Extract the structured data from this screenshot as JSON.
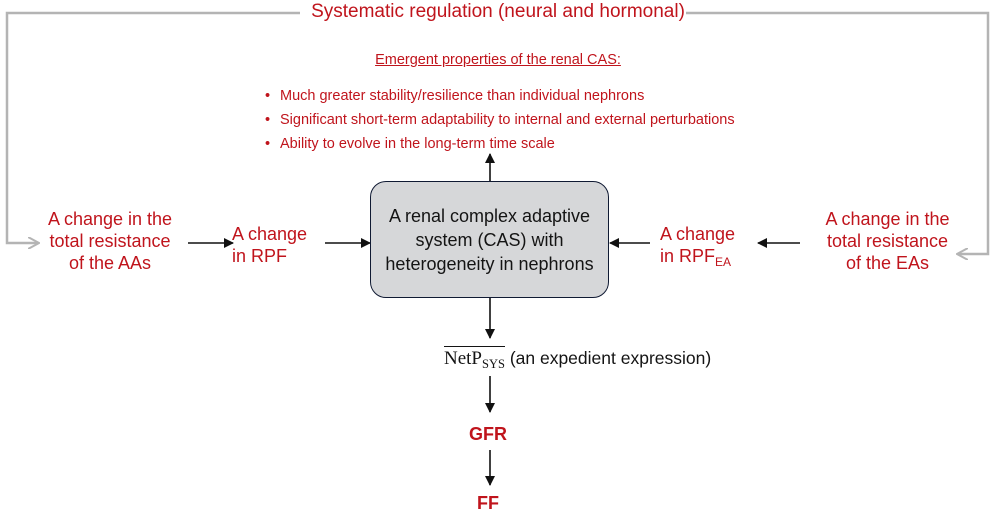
{
  "colors": {
    "red": "#c0141c",
    "arrow": "#111111",
    "feedback": "#b4b4b4",
    "box_fill": "#d6d7d9",
    "box_border": "#101a33"
  },
  "regulation": {
    "label": "Systematic regulation (neural and hormonal)"
  },
  "emergent": {
    "title": "Emergent properties of the renal CAS:",
    "items": [
      "Much greater stability/resilience than individual nephrons",
      "Significant short-term adaptability to internal and external perturbations",
      "Ability to evolve in the long-term time scale"
    ]
  },
  "left_outer": {
    "lines": [
      "A change in the",
      "total resistance",
      "of the AAs"
    ]
  },
  "left_inner": {
    "lines": [
      "A change",
      "in RPF"
    ]
  },
  "right_inner": {
    "line1": "A change",
    "prefix": "in RPF",
    "sub": "EA"
  },
  "right_outer": {
    "lines": [
      "A change in the",
      "total resistance",
      "of the EAs"
    ]
  },
  "cas_box": {
    "text": "A renal complex adaptive system (CAS) with heterogeneity in nephrons"
  },
  "netp": {
    "symbol": "NetP",
    "sub": "SYS",
    "suffix": "(an expedient expression)"
  },
  "gfr": "GFR",
  "ff": "FF"
}
